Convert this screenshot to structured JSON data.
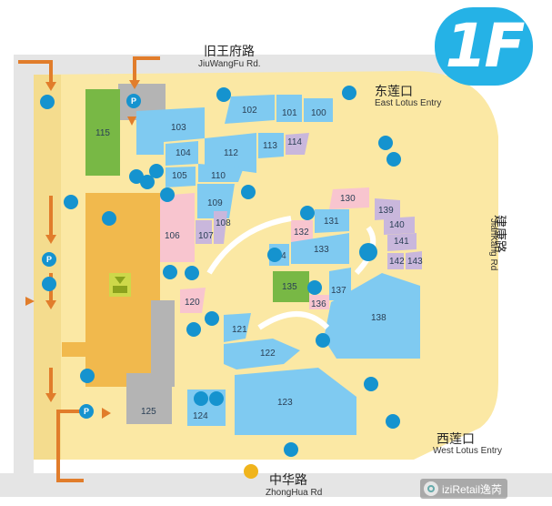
{
  "floor_badge": "1F",
  "roads": {
    "north": {
      "zh": "旧王府路",
      "en": "JiuWangFu Rd."
    },
    "east": {
      "zh": "建康路",
      "en": "JianKang Rd"
    },
    "south": {
      "zh": "中华路",
      "en": "ZhongHua Rd"
    }
  },
  "entries": {
    "east": {
      "zh": "东莲口",
      "en": "East Lotus Entry"
    },
    "west": {
      "zh": "西莲口",
      "en": "West Lotus Entry"
    }
  },
  "units": [
    "100",
    "101",
    "102",
    "103",
    "104",
    "105",
    "106",
    "107",
    "108",
    "109",
    "110",
    "112",
    "113",
    "114",
    "115",
    "120",
    "121",
    "122",
    "123",
    "124",
    "125",
    "130",
    "131",
    "132",
    "133",
    "134",
    "135",
    "136",
    "137",
    "138",
    "139",
    "140",
    "141",
    "142",
    "143"
  ],
  "colors": {
    "plaza": "#fbe8a4",
    "shop": "#7fcaf1",
    "pink": "#f8c5cf",
    "lavender": "#c9b7dc",
    "green": "#78b845",
    "anchor": "#f1b94d",
    "gray": "#b4b4b4",
    "icon": "#1593cf",
    "arrow": "#e17d2b",
    "road": "#e5e5e5",
    "badge": "#25b2e6"
  },
  "icons": [
    "elevator-icon",
    "parking-icon",
    "escalator-icon",
    "restroom-icon",
    "accessible-icon",
    "stroller-icon",
    "atm-icon",
    "bus-icon",
    "car-icon"
  ],
  "watermark": "iziRetail逸芮"
}
